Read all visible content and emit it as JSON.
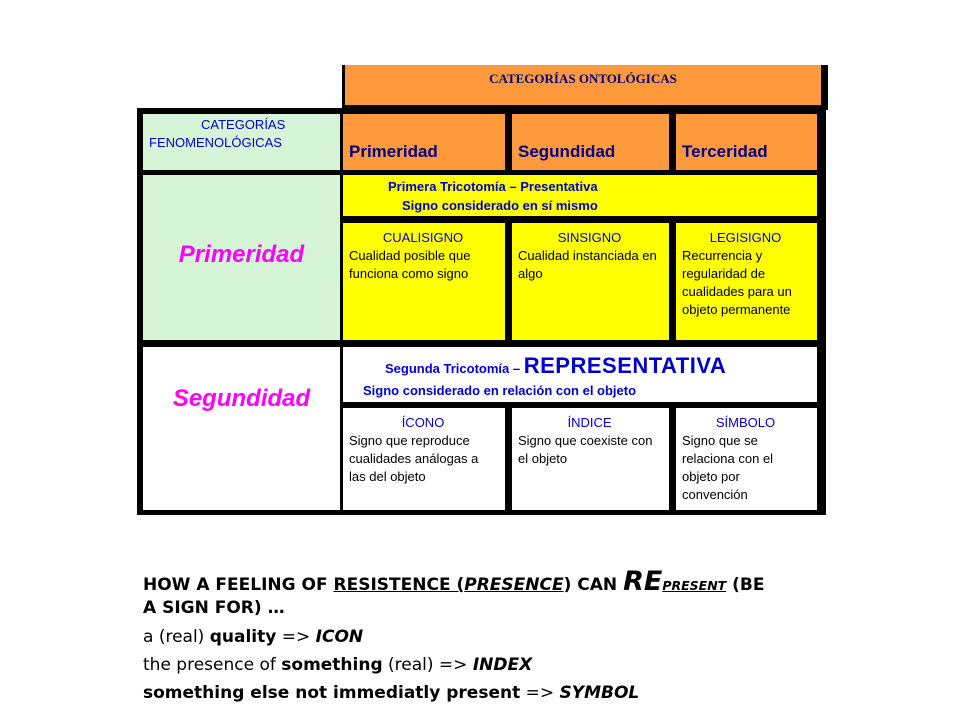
{
  "table": {
    "ontological_title": "CATEGORÍAS ONTOLÓGICAS",
    "phenomenological_title": [
      "CATEGORÍAS",
      "FENOMENOLÓGICAS"
    ],
    "columns": [
      "Primeridad",
      "Segundidad",
      "Terceridad"
    ],
    "rows": [
      {
        "label": "Primeridad",
        "trichotomy_line1": "Primera Tricotomía – Presentativa",
        "trichotomy_line2": "Signo considerado en sí mismo",
        "cells": [
          {
            "title": "CUALISIGNO",
            "text": "Cualidad posible que funciona como signo"
          },
          {
            "title": "SINSIGNO",
            "text": "Cualidad instanciada en algo"
          },
          {
            "title": "LEGISIGNO",
            "text": "Recurrencia y regularidad de cualidades para un objeto permanente"
          }
        ]
      },
      {
        "label": "Segundidad",
        "trichotomy_prefix": "Segunda Tricotomía –",
        "trichotomy_big": "REPRESENTATIVA",
        "trichotomy_line2": "Signo considerado en relación con el objeto",
        "cells": [
          {
            "title": "ÍCONO",
            "text": "Signo que reproduce cualidades análogas a las del objeto"
          },
          {
            "title": "ÍNDICE",
            "text": "Signo que coexiste con el objeto"
          },
          {
            "title": "SÍMBOLO",
            "text": "Signo que se relaciona con el objeto por convención"
          }
        ]
      }
    ]
  },
  "caption": {
    "l1_a": "HOW A FEELING OF",
    "l1_b": "RESISTENCE (",
    "l1_c": "PRESENCE",
    "l1_d": ")",
    "l1_e": "CAN",
    "l1_re": "RE",
    "l1_f": "PRESENT",
    "l1_g": "(BE",
    "l2": "A SIGN FOR) …",
    "l3_a": "a (real)",
    "l3_b": "quality",
    "l3_c": "=>",
    "l3_d": "ICON",
    "l4_a": "the presence of",
    "l4_b": "something",
    "l4_c": "(real) =>",
    "l4_d": "INDEX",
    "l5_a": "something else not immediatly present",
    "l5_b": "=>",
    "l5_c": "SYMBOL"
  }
}
